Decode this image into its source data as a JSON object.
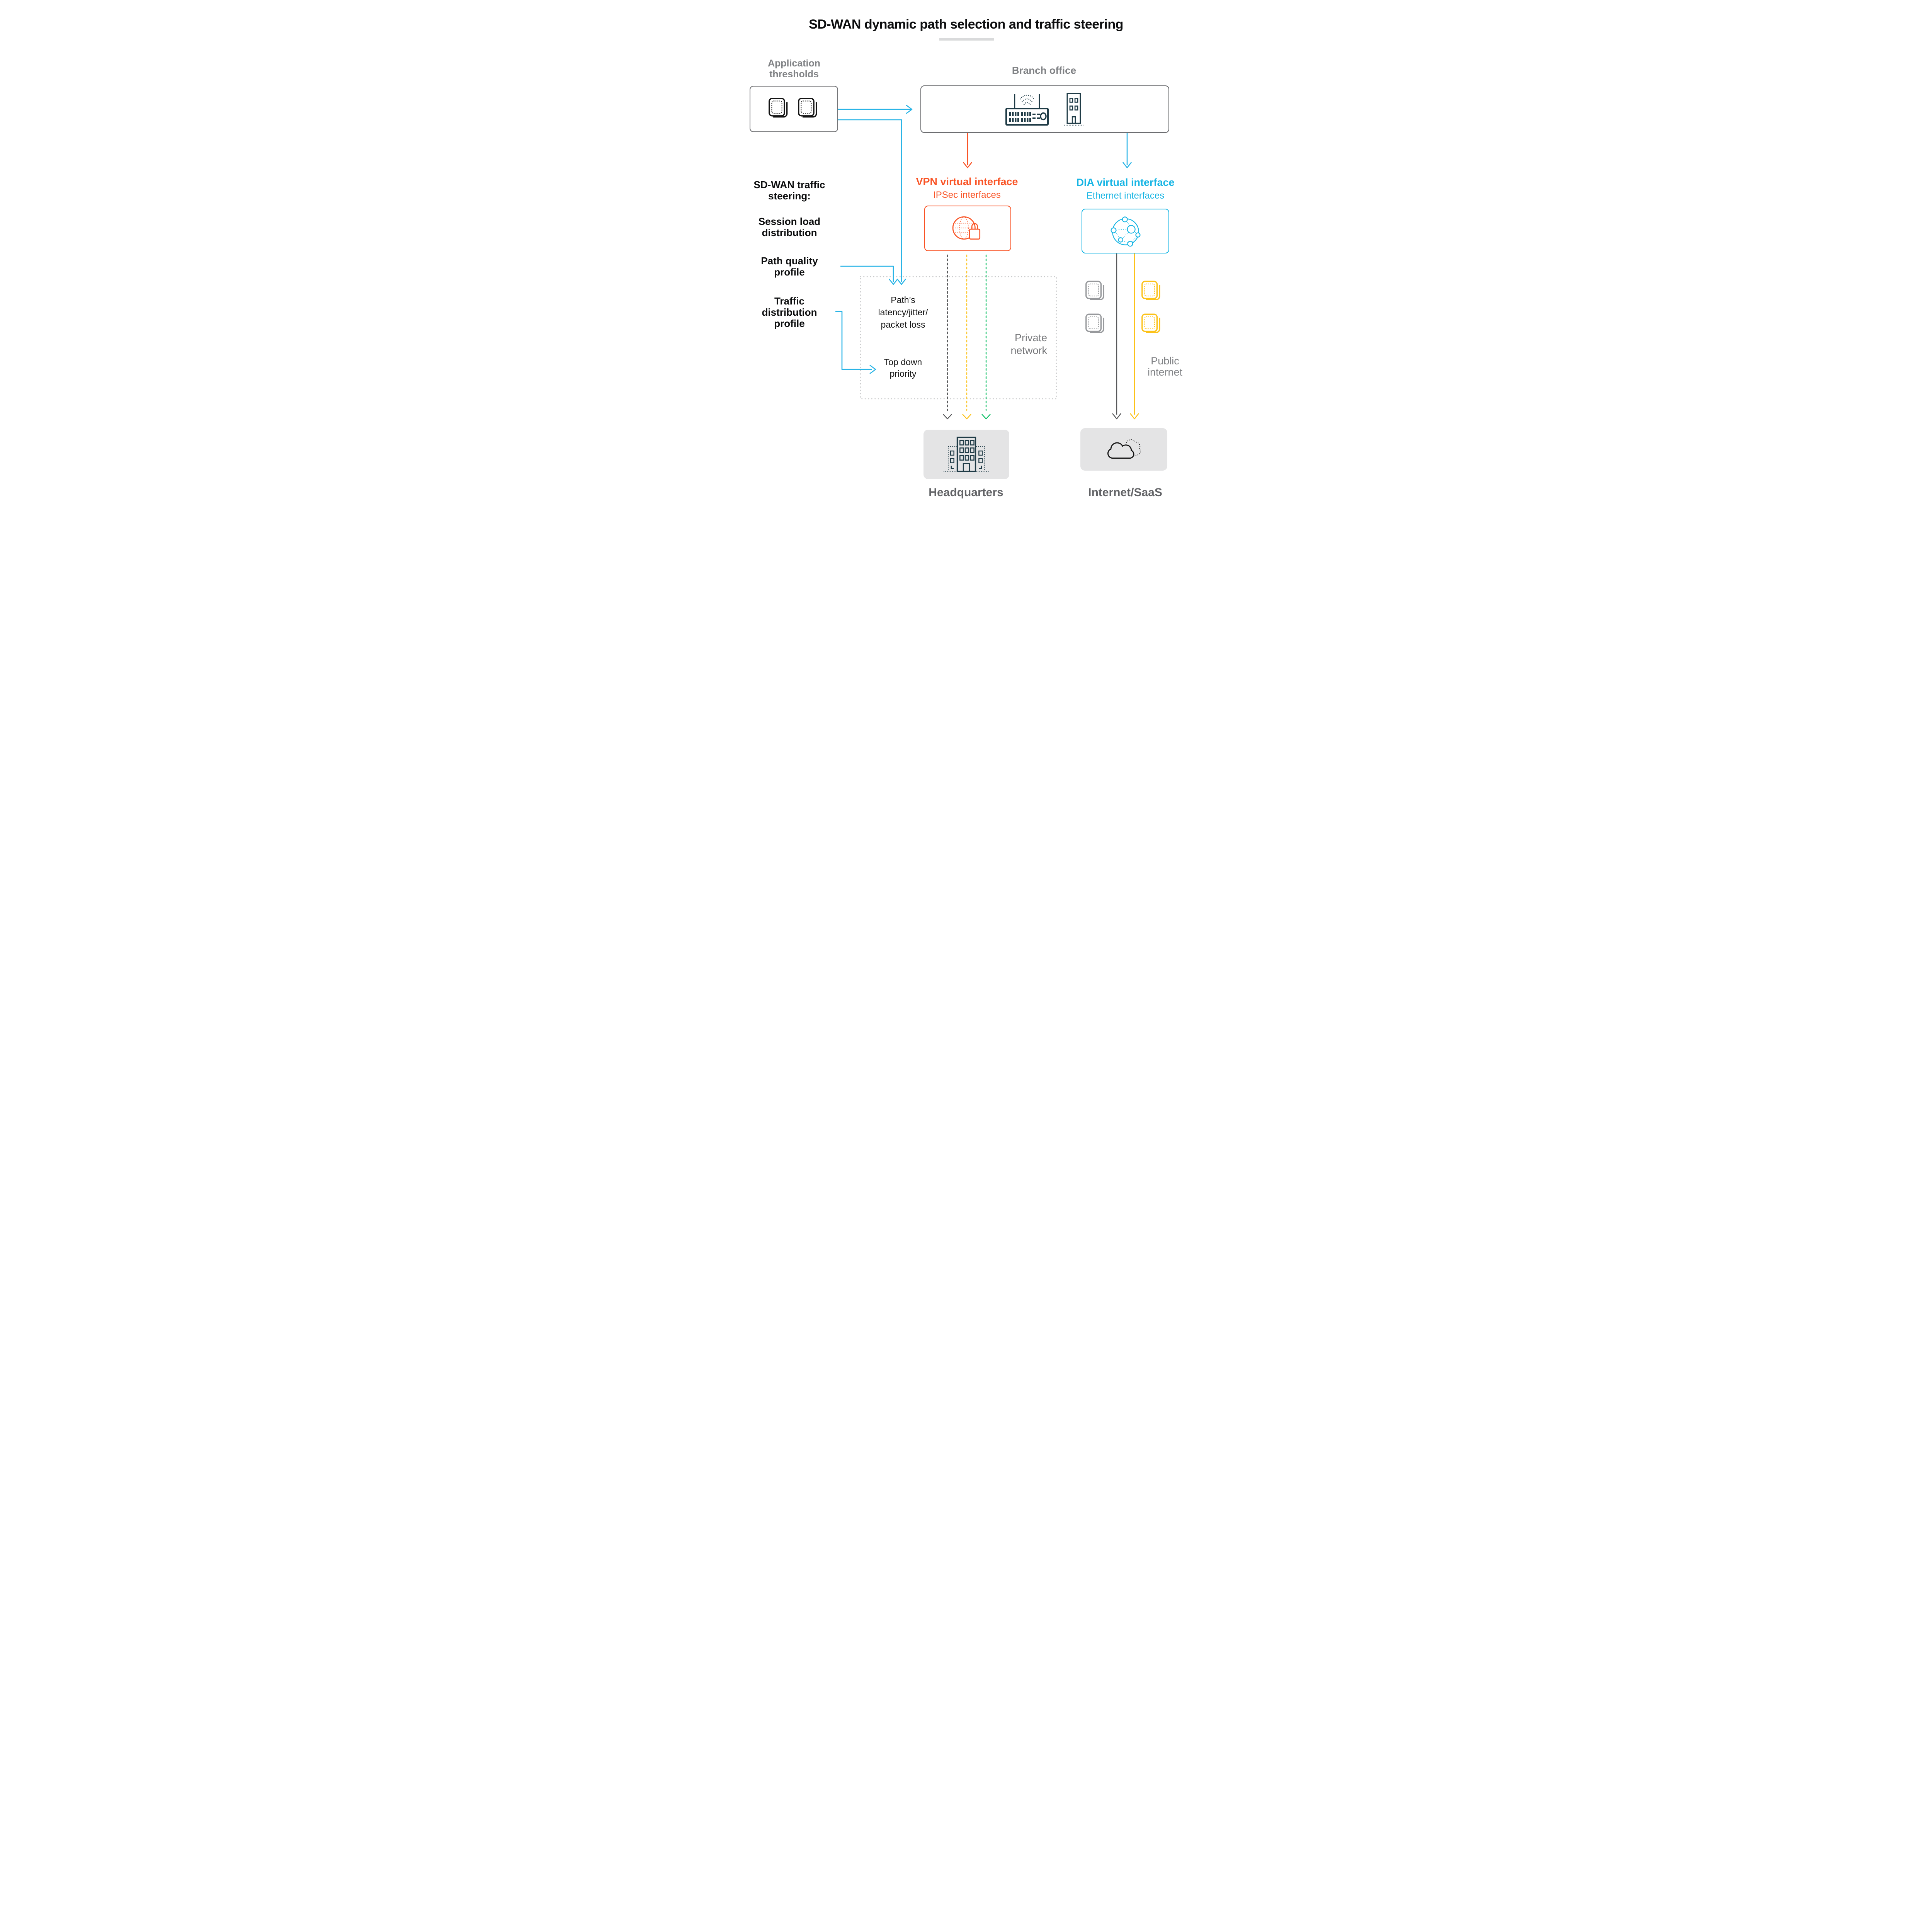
{
  "title": "SD-WAN dynamic path selection and traffic steering",
  "colors": {
    "orange": "#F95426",
    "cyan": "#17B5E4",
    "yellow": "#FCC219",
    "green": "#0ABF63",
    "dark_gray": "#58595B",
    "label_gray": "#808285",
    "caption_gray": "#626366",
    "icon_ink": "#1F3B46",
    "box_fill_gray": "#E4E4E5",
    "dotted_box_gray": "#C9CACB",
    "black": "#0C0D0E"
  },
  "application_thresholds": {
    "label_lines": [
      "Application",
      "thresholds"
    ],
    "icons": [
      "stacked-cards-icon",
      "stacked-cards-icon"
    ]
  },
  "branch_office": {
    "label": "Branch office",
    "icons": [
      "wifi-router-icon",
      "office-building-icon"
    ]
  },
  "left_panel": {
    "heading": {
      "lines": [
        "SD-WAN traffic",
        "steering:"
      ]
    },
    "items": [
      {
        "lines": [
          "Session load",
          "distribution"
        ]
      },
      {
        "lines": [
          "Path quality",
          "profile"
        ]
      },
      {
        "lines": [
          "Traffic",
          "distribution",
          "profile"
        ]
      }
    ]
  },
  "vpn_interface": {
    "title": "VPN virtual interface",
    "subtitle": "IPSec interfaces",
    "icon": "globe-lock-icon"
  },
  "dia_interface": {
    "title": "DIA virtual interface",
    "subtitle": "Ethernet interfaces",
    "icon": "network-nodes-icon"
  },
  "private_network": {
    "label_lines": [
      "Private",
      "network"
    ],
    "path_metrics_lines": [
      "Path’s",
      "latency/jitter/",
      "packet loss"
    ],
    "priority_lines": [
      "Top down",
      "priority"
    ]
  },
  "public_internet": {
    "label_lines": [
      "Public",
      "internet"
    ],
    "icons": [
      "stacked-cards-icon",
      "stacked-cards-icon",
      "stacked-cards-icon",
      "stacked-cards-icon"
    ]
  },
  "headquarters": {
    "label": "Headquarters",
    "icon": "headquarters-building-icon"
  },
  "internet_saas": {
    "label": "Internet/SaaS",
    "icon": "cloud-icon"
  }
}
